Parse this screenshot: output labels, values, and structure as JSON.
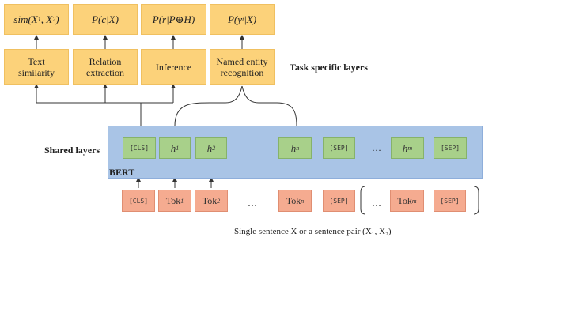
{
  "output_boxes": [
    {
      "html": "sim(X<sub>1</sub>, X<sub>2</sub>)"
    },
    {
      "html": "P(c|X)"
    },
    {
      "html": "P(r|P&#8853;H)"
    },
    {
      "html": "P(y<sub>i</sub>|X)"
    }
  ],
  "task_boxes": [
    {
      "line1": "Text",
      "line2": "similarity"
    },
    {
      "line1": "Relation",
      "line2": "extraction"
    },
    {
      "line1": "Inference",
      "line2": ""
    },
    {
      "line1": "Named entity",
      "line2": "recognition"
    }
  ],
  "labels": {
    "task_specific": "Task specific layers",
    "shared": "Shared layers",
    "bert": "BERT",
    "caption": "Single sentence X or a sentence pair (X₁, X₂)"
  },
  "hidden_tokens": [
    "[CLS]",
    "h1",
    "h2",
    "hn",
    "[SEP]",
    "hm",
    "[SEP]"
  ],
  "input_tokens": [
    "[CLS]",
    "Tok1",
    "Tok2",
    "Tokn",
    "[SEP]",
    "Tokm",
    "[SEP]"
  ],
  "ellipsis": "…",
  "colors": {
    "output_box": "#fcd27a",
    "bert_bg": "#a9c4e6",
    "hidden_box": "#a8d08a",
    "input_box": "#f5ab90"
  }
}
